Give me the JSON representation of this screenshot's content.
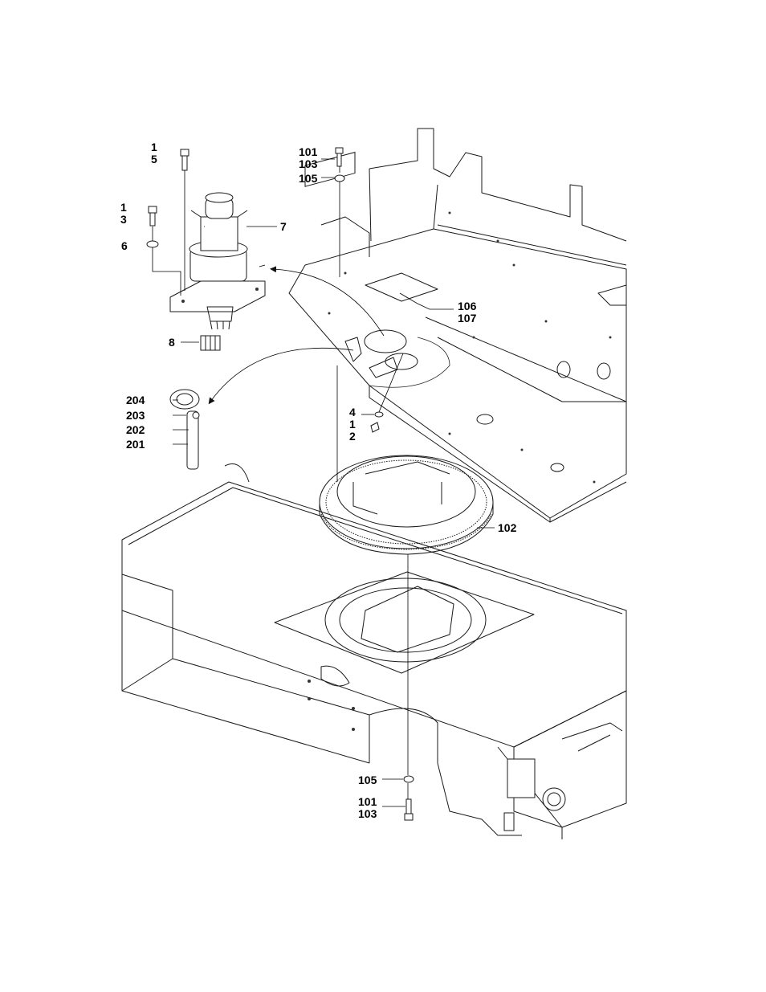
{
  "callouts": [
    {
      "id": "c-1-5",
      "lines": [
        "1",
        "5"
      ]
    },
    {
      "id": "c-1-3",
      "lines": [
        "1",
        "3"
      ]
    },
    {
      "id": "c-6",
      "lines": [
        "6"
      ]
    },
    {
      "id": "c-7",
      "lines": [
        "7"
      ]
    },
    {
      "id": "c-8",
      "lines": [
        "8"
      ]
    },
    {
      "id": "c-101-103-top",
      "lines": [
        "101",
        "103"
      ]
    },
    {
      "id": "c-105-top",
      "lines": [
        "105"
      ]
    },
    {
      "id": "c-106-107",
      "lines": [
        "106",
        "107"
      ]
    },
    {
      "id": "c-204",
      "lines": [
        "204"
      ]
    },
    {
      "id": "c-203",
      "lines": [
        "203"
      ]
    },
    {
      "id": "c-202",
      "lines": [
        "202"
      ]
    },
    {
      "id": "c-201",
      "lines": [
        "201"
      ]
    },
    {
      "id": "c-4-1-2",
      "lines": [
        "4",
        "1",
        "2"
      ]
    },
    {
      "id": "c-102",
      "lines": [
        "102"
      ]
    },
    {
      "id": "c-105-bottom",
      "lines": [
        "105"
      ]
    },
    {
      "id": "c-101-103-bottom",
      "lines": [
        "101",
        "103"
      ]
    }
  ]
}
